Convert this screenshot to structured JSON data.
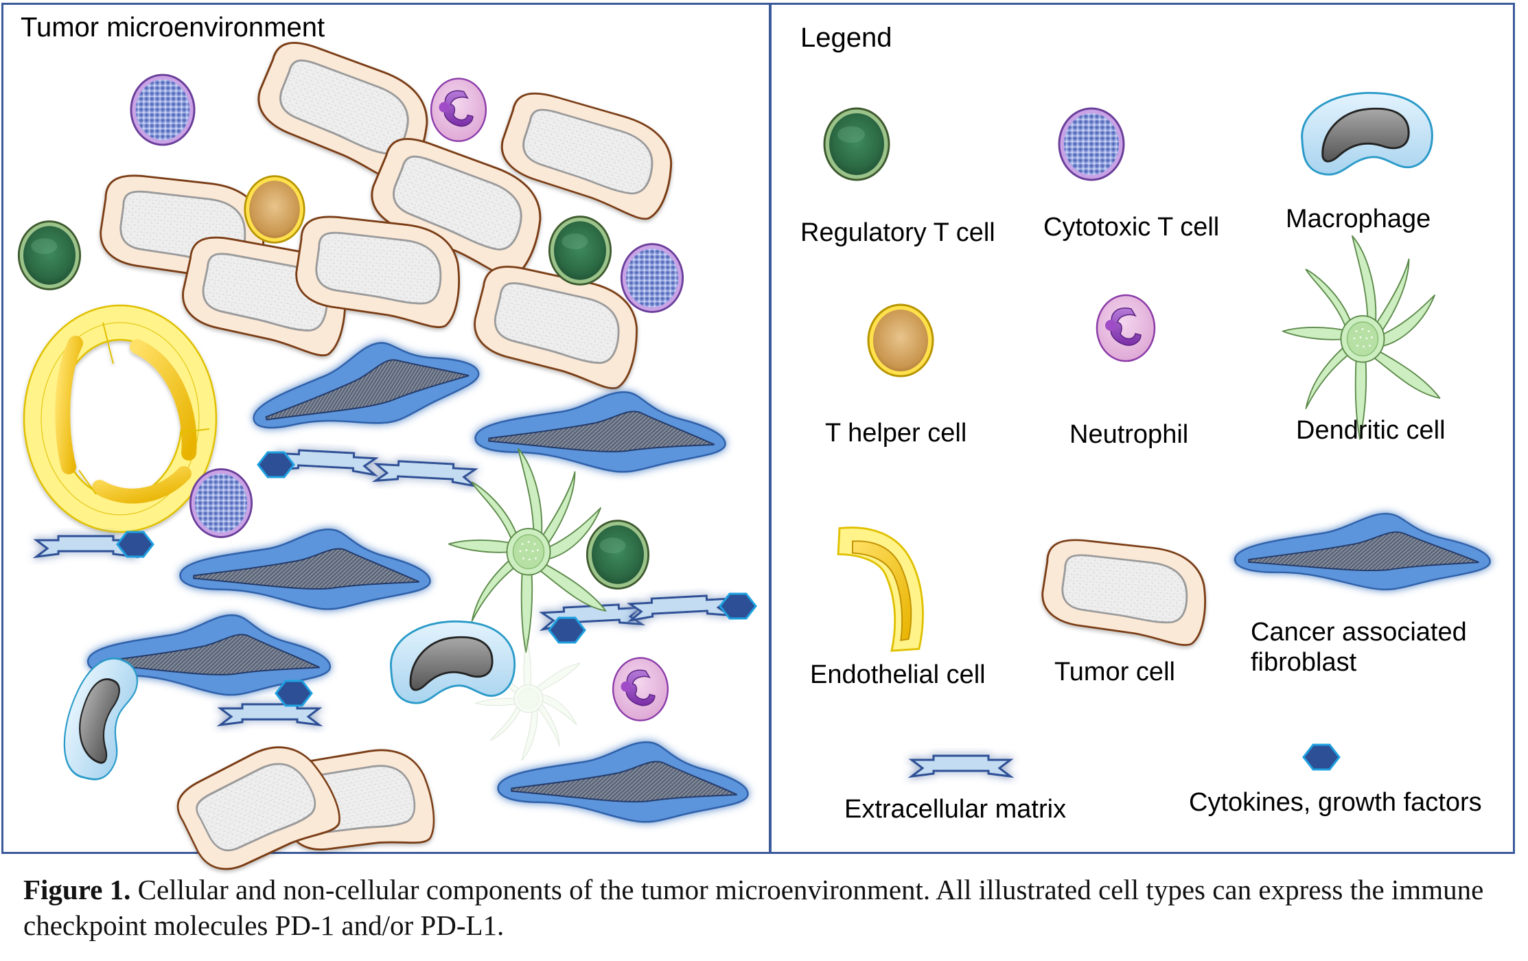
{
  "figure": {
    "left_panel": {
      "title": "Tumor microenvironment"
    },
    "right_panel": {
      "title": "Legend",
      "items": [
        {
          "type": "regulatory-t-cell",
          "label": "Regulatory T cell",
          "icon": "regulatory-t-cell-icon",
          "color": "#2f6b45"
        },
        {
          "type": "cytotoxic-t-cell",
          "label": "Cytotoxic T cell",
          "icon": "cytotoxic-t-cell-icon",
          "color": "#7b8fd6"
        },
        {
          "type": "macrophage",
          "label": "Macrophage",
          "icon": "macrophage-icon",
          "color": "#bfe0f5"
        },
        {
          "type": "t-helper-cell",
          "label": "T helper cell",
          "icon": "t-helper-cell-icon",
          "color": "#d9a85a"
        },
        {
          "type": "neutrophil",
          "label": "Neutrophil",
          "icon": "neutrophil-icon",
          "color": "#e4b3dc"
        },
        {
          "type": "dendritic-cell",
          "label": "Dendritic cell",
          "icon": "dendritic-cell-icon",
          "color": "#cdeec0"
        },
        {
          "type": "endothelial-cell",
          "label": "Endothelial cell",
          "icon": "endothelial-cell-icon",
          "color": "#ffe066"
        },
        {
          "type": "tumor-cell",
          "label": "Tumor cell",
          "icon": "tumor-cell-icon",
          "color": "#fbe9d8"
        },
        {
          "type": "cancer-associated-fibroblast",
          "label_line1": "Cancer associated",
          "label_line2": "fibroblast",
          "icon": "fibroblast-icon",
          "color": "#5b8fd6"
        },
        {
          "type": "extracellular-matrix",
          "label": "Extracellular matrix",
          "icon": "extracellular-matrix-icon",
          "color": "#c3dcf2"
        },
        {
          "type": "cytokine",
          "label": "Cytokines, growth factors",
          "icon": "cytokine-hexagon-icon",
          "color": "#2d4f95"
        }
      ]
    },
    "caption": {
      "label": "Figure 1.",
      "text": " Cellular and non-cellular components of the tumor microenvironment. All illustrated cell types can express the immune checkpoint molecules PD-1 and/or PD-L1."
    }
  }
}
